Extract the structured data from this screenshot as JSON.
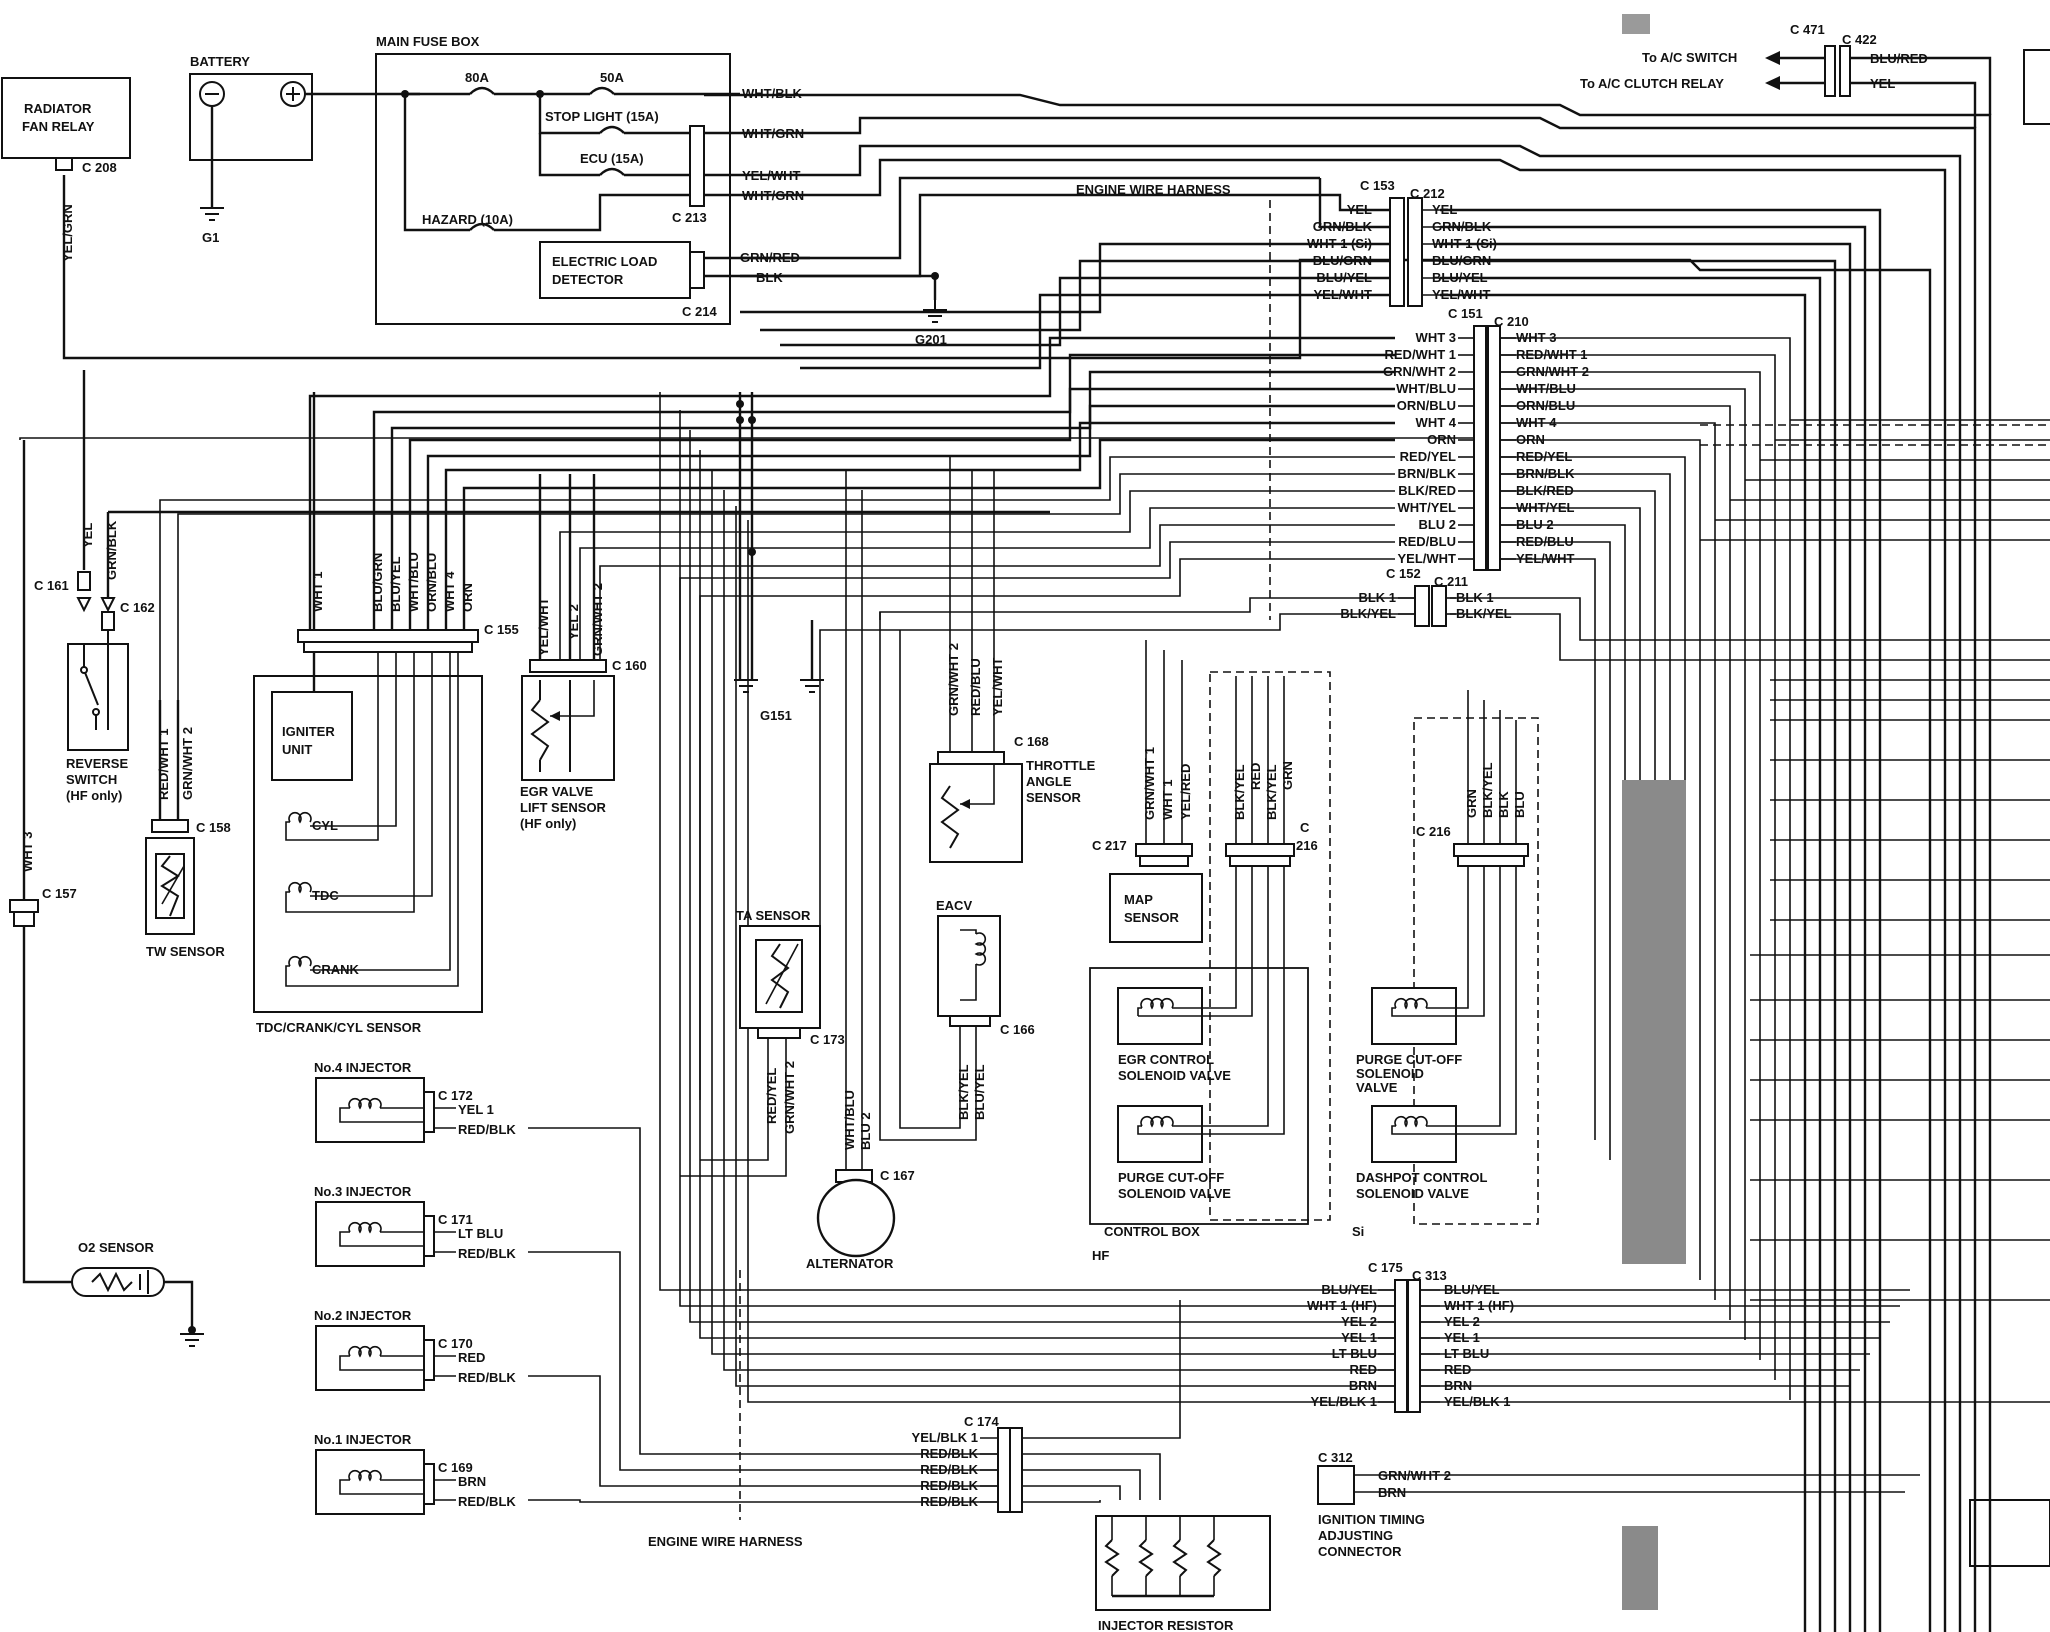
{
  "battery": {
    "title": "BATTERY",
    "ground": "G1"
  },
  "fan_relay": {
    "line1": "RADIATOR",
    "line2": "FAN RELAY",
    "conn": "C 208",
    "wire": "YEL/GRN"
  },
  "fuse_box": {
    "title": "MAIN FUSE BOX",
    "f80": "80A",
    "f50": "50A",
    "stop": "STOP LIGHT (15A)",
    "ecu": "ECU (15A)",
    "hazard": "HAZARD (10A)",
    "c213": "C 213",
    "c214": "C 214",
    "out": [
      "WHT/BLK",
      "WHT/GRN",
      "YEL/WHT",
      "WHT/GRN"
    ],
    "eld_line1": "ELECTRIC LOAD",
    "eld_line2": "DETECTOR",
    "eld_wires": [
      "GRN/RED",
      "BLK"
    ],
    "g201": "G201"
  },
  "ac": {
    "switch": "To A/C SWITCH",
    "clutch": "To A/C CLUTCH RELAY",
    "c471": "C 471",
    "c422": "C 422",
    "w1": "BLU/RED",
    "w2": "YEL"
  },
  "harness_top": "ENGINE WIRE HARNESS",
  "harness_bottom": "ENGINE WIRE HARNESS",
  "c153": {
    "left": "C 153",
    "right": "C 212",
    "wires": [
      "YEL",
      "GRN/BLK",
      "WHT 1 (Si)",
      "BLU/GRN",
      "BLU/YEL",
      "YEL/WHT"
    ]
  },
  "c151": {
    "left": "C 151",
    "right": "C 210",
    "wires": [
      "WHT 3",
      "RED/WHT 1",
      "GRN/WHT 2",
      "WHT/BLU",
      "ORN/BLU",
      "WHT 4",
      "ORN",
      "RED/YEL",
      "BRN/BLK",
      "BLK/RED",
      "WHT/YEL",
      "BLU 2",
      "RED/BLU",
      "YEL/WHT"
    ]
  },
  "c152": {
    "left": "C 152",
    "right": "C 211",
    "wires": [
      "BLK 1",
      "BLK/YEL"
    ]
  },
  "c175": {
    "left": "C 175",
    "right": "C 313",
    "wires": [
      "BLU/YEL",
      "WHT 1 (HF)",
      "YEL 2",
      "YEL 1",
      "LT BLU",
      "RED",
      "BRN",
      "YEL/BLK 1"
    ]
  },
  "c174": {
    "label": "C 174",
    "wires": [
      "YEL/BLK 1",
      "RED/BLK",
      "RED/BLK",
      "RED/BLK",
      "RED/BLK"
    ]
  },
  "reverse": {
    "c161": "C 161",
    "c162": "C 162",
    "w1": "YEL",
    "w2": "GRN/BLK",
    "line1": "REVERSE",
    "line2": "SWITCH",
    "line3": "(HF only)"
  },
  "c157": {
    "label": "C 157",
    "wire": "WHT 3"
  },
  "o2": {
    "label": "O2 SENSOR"
  },
  "tw": {
    "label": "TW SENSOR",
    "conn": "C 158",
    "w1": "RED/WHT 1",
    "w2": "GRN/WHT 2"
  },
  "tdc": {
    "conn": "C 155",
    "wires": [
      "WHT 1",
      "BLU/GRN",
      "BLU/YEL",
      "WHT/BLU",
      "ORN/BLU",
      "WHT 4",
      "ORN"
    ],
    "igniter1": "IGNITER",
    "igniter2": "UNIT",
    "cyl": "CYL",
    "tdc": "TDC",
    "crank": "CRANK",
    "title": "TDC/CRANK/CYL SENSOR"
  },
  "egr": {
    "conn": "C 160",
    "wires": [
      "YEL/WHT",
      "YEL 2",
      "GRN/WHT 2"
    ],
    "line1": "EGR VALVE",
    "line2": "LIFT SENSOR",
    "line3": "(HF only)"
  },
  "g151": "G151",
  "ta": {
    "title": "TA SENSOR",
    "conn": "C 173",
    "w1": "RED/YEL",
    "w2": "GRN/WHT 2"
  },
  "throttle": {
    "conn": "C 168",
    "wires": [
      "GRN/WHT 2",
      "RED/BLU",
      "YEL/WHT"
    ],
    "line1": "THROTTLE",
    "line2": "ANGLE",
    "line3": "SENSOR"
  },
  "eacv": {
    "title": "EACV",
    "conn": "C 166",
    "w1": "BLK/YEL",
    "w2": "BLU/YEL"
  },
  "alternator": {
    "label": "ALTERNATOR",
    "conn": "C 167",
    "w1": "WHT/BLU",
    "w2": "BLU 2"
  },
  "map": {
    "conn": "C 217",
    "wires": [
      "GRN/WHT 1",
      "WHT 1",
      "YEL/RED"
    ],
    "line1": "MAP",
    "line2": "SENSOR"
  },
  "hf_box": {
    "conn_a": "C",
    "conn_b": "216",
    "wires": [
      "BLK/YEL",
      "RED",
      "BLK/YEL",
      "GRN"
    ],
    "egr1": "EGR CONTROL",
    "egr2": "SOLENOID VALVE",
    "purge1": "PURGE CUT-OFF",
    "purge2": "SOLENOID VALVE",
    "control_box": "CONTROL BOX",
    "tag": "HF"
  },
  "si_box": {
    "conn": "C 216",
    "wires": [
      "GRN",
      "BLK/YEL",
      "BLK",
      "BLU"
    ],
    "purge1": "PURGE CUT-OFF",
    "purge2": "SOLENOID",
    "purge3": "VALVE",
    "dash1": "DASHPOT CONTROL",
    "dash2": "SOLENOID VALVE",
    "tag": "Si"
  },
  "injectors": [
    {
      "name": "No.4 INJECTOR",
      "conn": "C 172",
      "w1": "YEL 1",
      "w2": "RED/BLK"
    },
    {
      "name": "No.3 INJECTOR",
      "conn": "C 171",
      "w1": "LT BLU",
      "w2": "RED/BLK"
    },
    {
      "name": "No.2 INJECTOR",
      "conn": "C 170",
      "w1": "RED",
      "w2": "RED/BLK"
    },
    {
      "name": "No.1 INJECTOR",
      "conn": "C 169",
      "w1": "BRN",
      "w2": "RED/BLK"
    }
  ],
  "resistor": {
    "label": "INJECTOR RESISTOR"
  },
  "ign": {
    "conn": "C 312",
    "w1": "GRN/WHT 2",
    "w2": "BRN",
    "line1": "IGNITION TIMING",
    "line2": "ADJUSTING",
    "line3": "CONNECTOR"
  }
}
